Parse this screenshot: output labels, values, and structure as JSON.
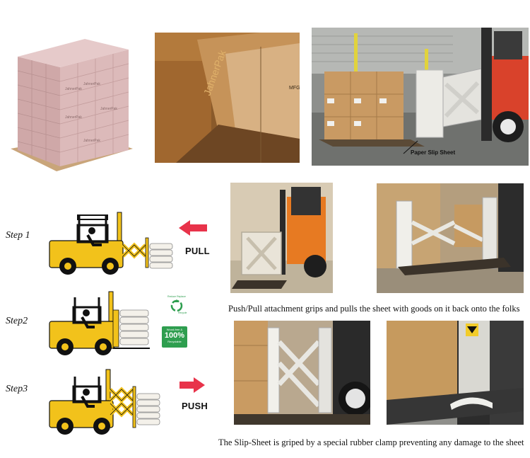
{
  "brand": {
    "name": "JahnerPak"
  },
  "top_row": {
    "slip_sheet_label": "Paper Slip Sheet"
  },
  "steps": [
    {
      "label": "Step 1",
      "action": "PULL"
    },
    {
      "label": "Step2",
      "action": ""
    },
    {
      "label": "Step3",
      "action": "PUSH"
    }
  ],
  "badges": {
    "recycle_line1": "Reduce Replace",
    "recycle_line2": "Recycle",
    "wood_free_line1": "Wood-free &",
    "wood_free_pct": "100%",
    "wood_free_line2": "Recyclable"
  },
  "captions": {
    "middle": "Push/Pull attachment grips and pulls the sheet with goods on it back onto the folks",
    "bottom": "The Slip-Sheet is griped by a special rubber clamp preventing any damage to the sheet"
  },
  "colors": {
    "forklift_yellow": "#f2c21b",
    "arrow_red": "#e8334a",
    "carton": "#c79a63",
    "pink_carton": "#d8b3b3",
    "badge_green": "#2e9e4f"
  }
}
